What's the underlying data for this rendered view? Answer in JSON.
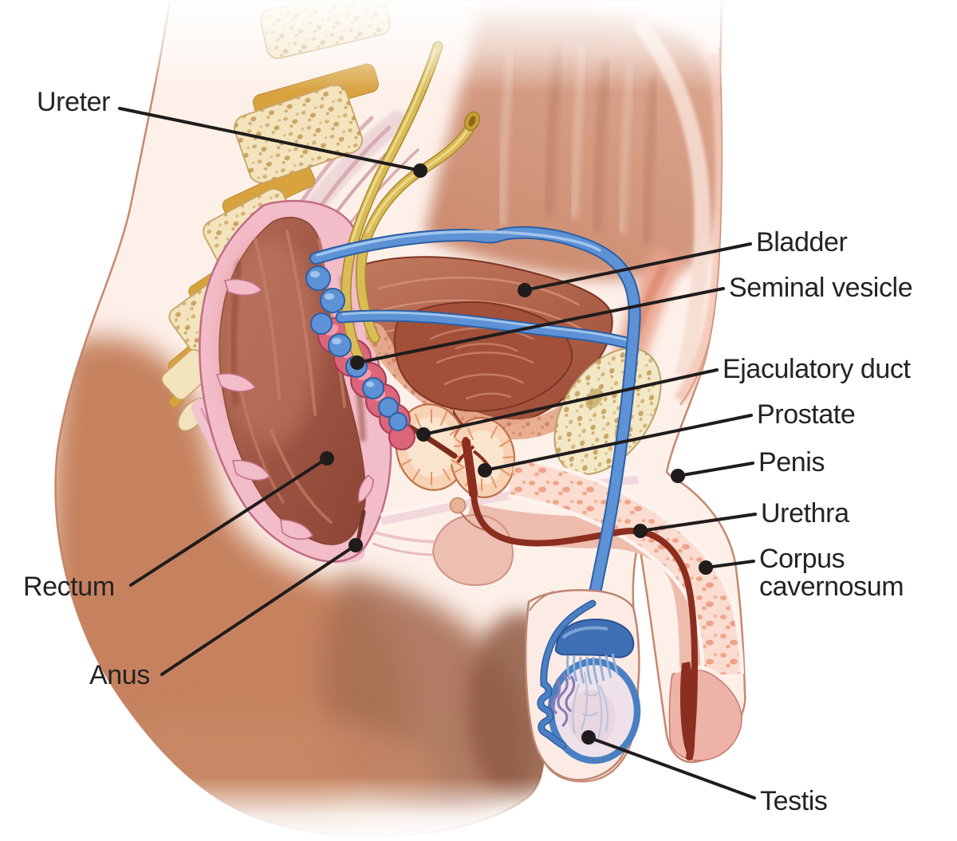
{
  "labels": [
    {
      "id": "ureter",
      "text": "Ureter"
    },
    {
      "id": "bladder",
      "text": "Bladder"
    },
    {
      "id": "seminal-vesicle",
      "text": "Seminal vesicle"
    },
    {
      "id": "ejaculatory-duct",
      "text": "Ejaculatory duct"
    },
    {
      "id": "prostate",
      "text": "Prostate"
    },
    {
      "id": "penis",
      "text": "Penis"
    },
    {
      "id": "urethra",
      "text": "Urethra"
    },
    {
      "id": "corpus-cavernosum",
      "text": "Corpus cavernosum"
    },
    {
      "id": "testis",
      "text": "Testis"
    },
    {
      "id": "rectum",
      "text": "Rectum"
    },
    {
      "id": "anus",
      "text": "Anus"
    }
  ],
  "style": {
    "background": "#ffffff",
    "label_text_color": "#262122",
    "leader_line_color": "#201c1c"
  },
  "palette": {
    "body_interior": "#fdf0e9",
    "skin_outline": "#c6886f",
    "buttock_shadow": "#c6825f",
    "muscle": "#c9876b",
    "bone": "#f4e4bd",
    "intervertebral_disc": "#d8a23e",
    "pubic_bone": "#f3e8c6",
    "ureter_tube": "#d9bc55",
    "vas_deferens": "#5d93d6",
    "bladder_wall": "#ad5643",
    "bladder_cavity": "#a25038",
    "seminal_vesicle": "#dd6579",
    "prostate": "#f7d2b4",
    "rectum_wall": "#f3bcc9",
    "rectum_interior": "#9c5242",
    "urethra": "#8c2e1e",
    "corpus_cavernosum_speckle": "#ef9d7e",
    "glans": "#eeb2a8",
    "testis_interior": "#eee1e9",
    "epididymis": "#3f6fb4",
    "pampiniform_plexus": "#8d79b6"
  }
}
